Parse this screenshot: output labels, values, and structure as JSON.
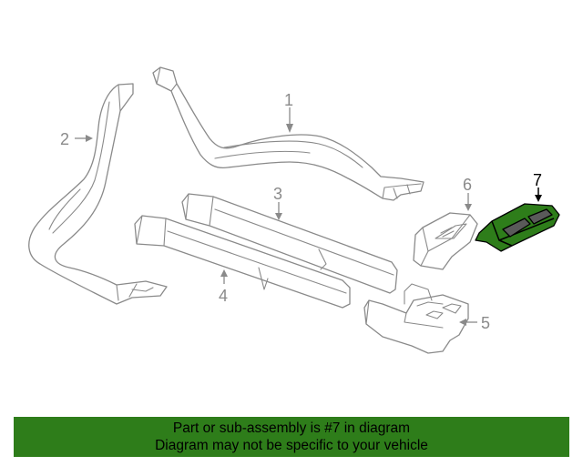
{
  "callouts": {
    "c1": "1",
    "c2": "2",
    "c3": "3",
    "c4": "4",
    "c5": "5",
    "c6": "6",
    "c7": "7"
  },
  "highlight": {
    "part_number": "7",
    "fill_color": "#2e7d1a",
    "banner_color": "#2e7d1a"
  },
  "banner": {
    "line1": "Part or sub-assembly is #7 in diagram",
    "line2": "Diagram may not be specific to your vehicle"
  }
}
